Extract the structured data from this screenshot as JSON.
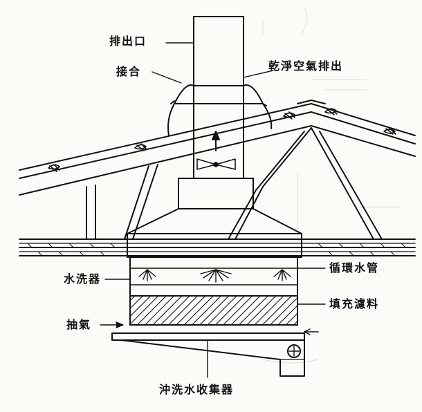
{
  "labels": {
    "outlet": "排出口",
    "joint": "接合",
    "clean_air": "乾淨空氣排出",
    "scrubber": "水洗器",
    "circulation_pipe": "循環水管",
    "filler": "填充濾料",
    "exhaust": "抽氣",
    "wash_collector": "沖洗水收集器"
  },
  "colors": {
    "ink": "#111111",
    "paper": "#fbfbf8",
    "ghost": "#c9c9c4"
  },
  "icons": [
    "fan-icon",
    "up-arrow-icon",
    "valve-icon",
    "spray-nozzle-icon"
  ]
}
